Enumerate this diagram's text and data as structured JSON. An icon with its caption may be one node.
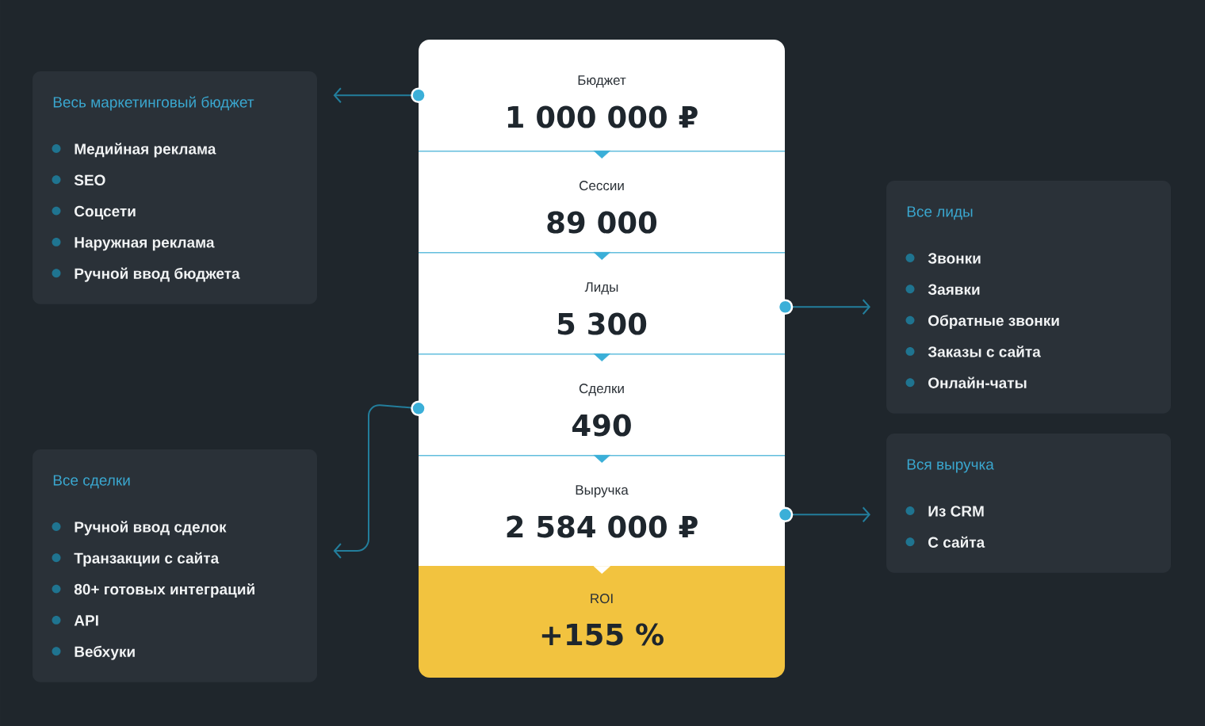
{
  "diagram": {
    "nodes": [
      {
        "text": [
          "Бюджет",
          "1 000 000 ₽"
        ]
      },
      {
        "text": [
          "Сессии",
          "89 000"
        ]
      },
      {
        "text": [
          "Лиды",
          "5 300"
        ]
      },
      {
        "text": [
          "Сделки",
          "490"
        ]
      },
      {
        "text": [
          "Выручка",
          "2 584 000 ₽"
        ]
      },
      {
        "text": [
          "ROI",
          "+155 %"
        ]
      },
      {
        "text": [
          "Весь маркетинговый бюджет",
          "Медийная реклама",
          "SEO",
          "Соцсети",
          "Наружная реклама",
          "Ручной ввод бюджета"
        ]
      },
      {
        "text": [
          "Все сделки",
          "Ручной ввод сделок",
          "Транзакции с сайта",
          "80+ готовых интеграций",
          "API",
          "Вебхуки"
        ]
      },
      {
        "text": [
          "Все лиды",
          "Звонки",
          "Заявки",
          "Обратные звонки",
          "Заказы с сайта",
          "Онлайн-чаты"
        ]
      },
      {
        "text": [
          "Вся выручка",
          "Из CRM",
          "С сайта"
        ]
      }
    ],
    "edges": [
      {
        "from": 0,
        "to": 1,
        "arrow": "to"
      },
      {
        "from": 1,
        "to": 2,
        "arrow": "to"
      },
      {
        "from": 2,
        "to": 3,
        "arrow": "to"
      },
      {
        "from": 3,
        "to": 4,
        "arrow": "to"
      },
      {
        "from": 4,
        "to": 5,
        "arrow": "to",
        "color": "#ffffff"
      },
      {
        "from": 0,
        "to": 6,
        "arrow": "to",
        "color": "#237e9c"
      },
      {
        "from": 2,
        "to": 8,
        "arrow": "to",
        "color": "#237e9c"
      },
      {
        "from": 3,
        "to": 7,
        "arrow": "to",
        "color": "#237e9c"
      },
      {
        "from": 4,
        "to": 9,
        "arrow": "to",
        "color": "#237e9c"
      }
    ]
  }
}
